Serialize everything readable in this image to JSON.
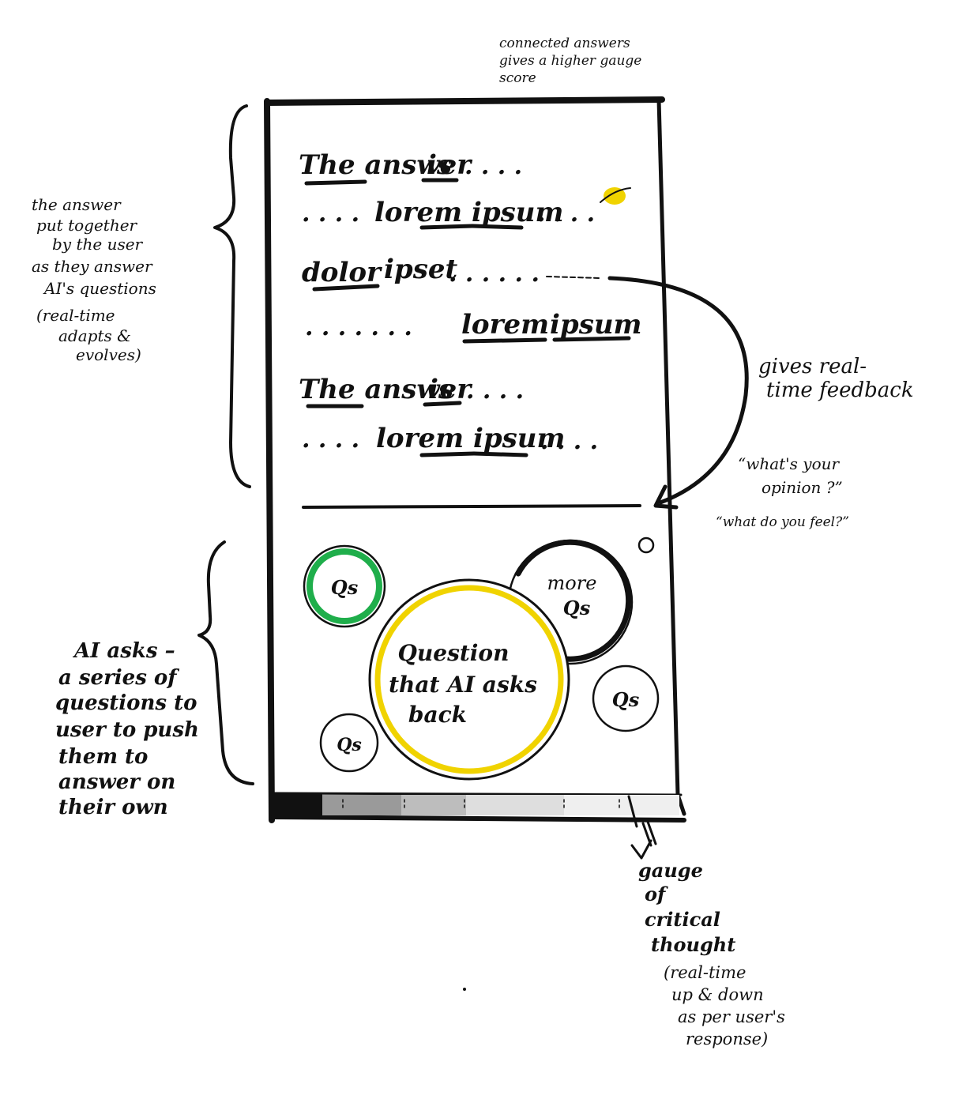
{
  "top_note": [
    "connected answers",
    "gives a higher gauge",
    "score"
  ],
  "answer_panel": {
    "lines": [
      [
        "The answer",
        "is",
        ". . . ."
      ],
      [
        ". . . .",
        "lorem ipsum",
        ". . . ."
      ],
      [
        "dolor",
        "ipset",
        ". . . . . ."
      ],
      [
        ". . . . . . .",
        "lorem",
        "ipsum"
      ],
      [
        "The answer",
        "is",
        ". . . ."
      ],
      [
        ". . . .",
        "lorem ipsum",
        ". . . ."
      ]
    ]
  },
  "left_note_answer": [
    "the answer",
    "put together",
    "by the user",
    "as they answer",
    "AI's questions",
    "(real-time",
    "adapts &",
    "evolves)"
  ],
  "right_note_feedback": [
    "gives real-",
    "time feedback"
  ],
  "right_quotes": [
    "“what's your",
    "opinion ?”",
    "“what do you feel?”"
  ],
  "bubbles": {
    "qs_green": "Qs",
    "more_qs": [
      "more",
      "Qs"
    ],
    "main_question": [
      "Question",
      "that AI asks",
      "back"
    ],
    "qs_right": "Qs",
    "qs_bottom": "Qs"
  },
  "left_note_ai": [
    "AI asks –",
    "a series of",
    "questions to",
    "user to push",
    "them to",
    "answer on",
    "their own"
  ],
  "gauge_note": [
    "gauge",
    "of",
    "critical",
    "thought",
    "(real-time",
    "up & down",
    "as per user's",
    "response)"
  ],
  "colors": {
    "yellow": "#f0d300",
    "green": "#1fae4b",
    "purple": "#8a3fd1",
    "ink": "#111111"
  }
}
